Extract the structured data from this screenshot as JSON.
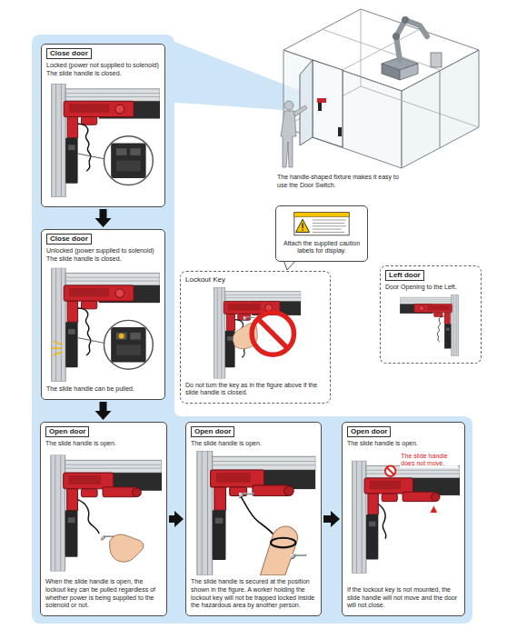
{
  "diagram": {
    "nodes": [
      {
        "text": [
          "Close door",
          "Locked (power not supplied to solenoid) The slide handle is closed."
        ]
      },
      {
        "text": [
          "Close door",
          "Unlocked (power supplied to solenoid) The slide handle is closed.",
          "The slide handle can be pulled."
        ]
      },
      {
        "text": [
          "Attach the supplied caution labels for display."
        ]
      },
      {
        "text": [
          "Lockout Key",
          "Do not turn the key as in the figure above if the slide handle is closed."
        ]
      },
      {
        "text": [
          "Left door",
          "Door Opening to the Left."
        ]
      },
      {
        "text": [
          "Open door",
          "The slide handle is open.",
          "When the slide handle is open, the lockout key can be pulled regardless of whether power is being supplied to the solenoid or not."
        ]
      },
      {
        "text": [
          "Open door",
          "The slide handle is open.",
          "The slide handle is secured at the position shown in the figure. A worker holding the lockout key will not be trapped locked inside the hazardous area by another person."
        ]
      },
      {
        "text": [
          "Open door",
          "The slide handle is open.",
          "If the lockout key is not mounted, the slide handle will not move and the door will not close."
        ]
      }
    ],
    "edges": [
      {
        "from": 0,
        "to": 1,
        "arrow": "to"
      },
      {
        "from": 1,
        "to": 5,
        "arrow": "to"
      },
      {
        "from": 5,
        "to": 6,
        "arrow": "to"
      },
      {
        "from": 6,
        "to": 7,
        "arrow": "to"
      }
    ],
    "labels": [
      "The handle-shaped fixture makes it easy to use the Door Switch.",
      "The slide handle does not move."
    ]
  }
}
